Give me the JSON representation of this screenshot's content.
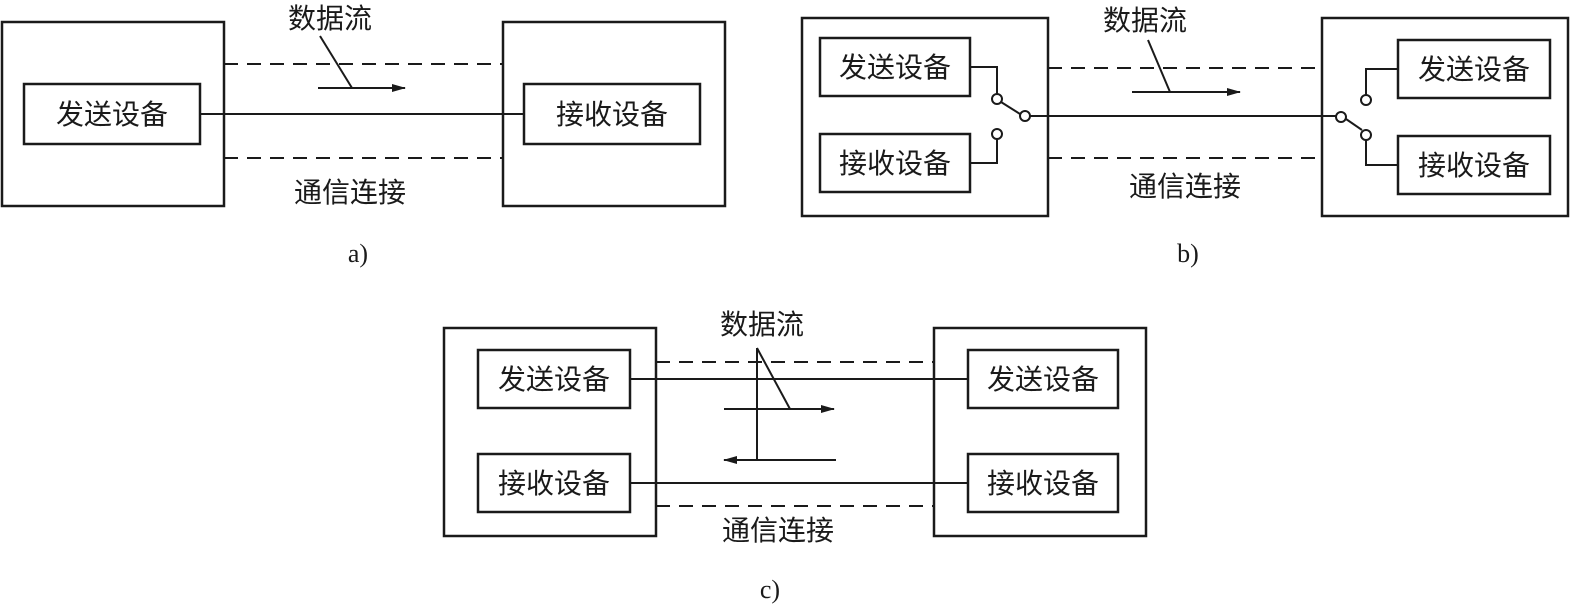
{
  "labels": {
    "send": "发送设备",
    "receive": "接收设备",
    "data_flow": "数据流",
    "connection": "通信连接"
  },
  "captions": {
    "a": "a)",
    "b": "b)",
    "c": "c)"
  },
  "colors": {
    "ink": "#1a1a1a",
    "background": "#ffffff"
  }
}
